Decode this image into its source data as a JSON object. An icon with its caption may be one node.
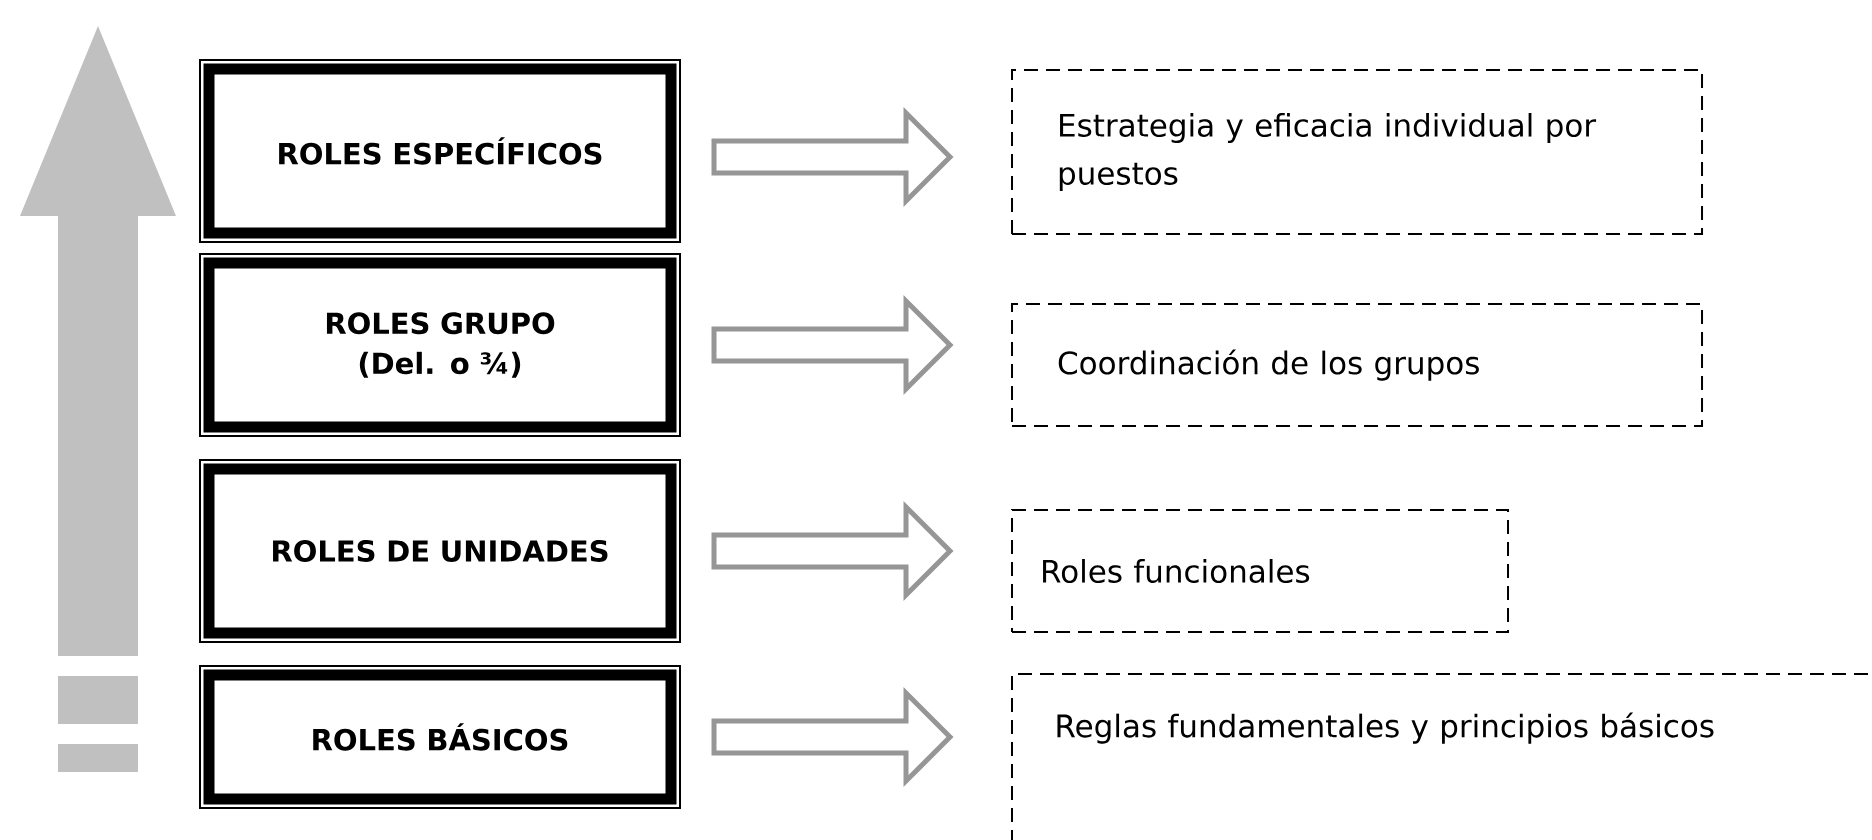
{
  "diagram": {
    "nodes": [
      {
        "text": [
          "ROLES ESPECÍFICOS"
        ]
      },
      {
        "text": [
          "ROLES GRUPO (Del. o ¾)"
        ]
      },
      {
        "text": [
          "ROLES DE UNIDADES"
        ]
      },
      {
        "text": [
          "ROLES BÁSICOS"
        ]
      },
      {
        "text": [
          "Estrategia y eficacia individual por puestos"
        ]
      },
      {
        "text": [
          "Coordinación de los grupos"
        ]
      },
      {
        "text": [
          "Roles funcionales"
        ]
      },
      {
        "text": [
          "Reglas fundamentales y principios básicos"
        ]
      }
    ],
    "edges": [
      {
        "from": 0,
        "to": 4,
        "arrow": "to"
      },
      {
        "from": 1,
        "to": 5,
        "arrow": "to"
      },
      {
        "from": 2,
        "to": 6,
        "arrow": "to"
      },
      {
        "from": 3,
        "to": 7,
        "arrow": "to"
      }
    ]
  }
}
